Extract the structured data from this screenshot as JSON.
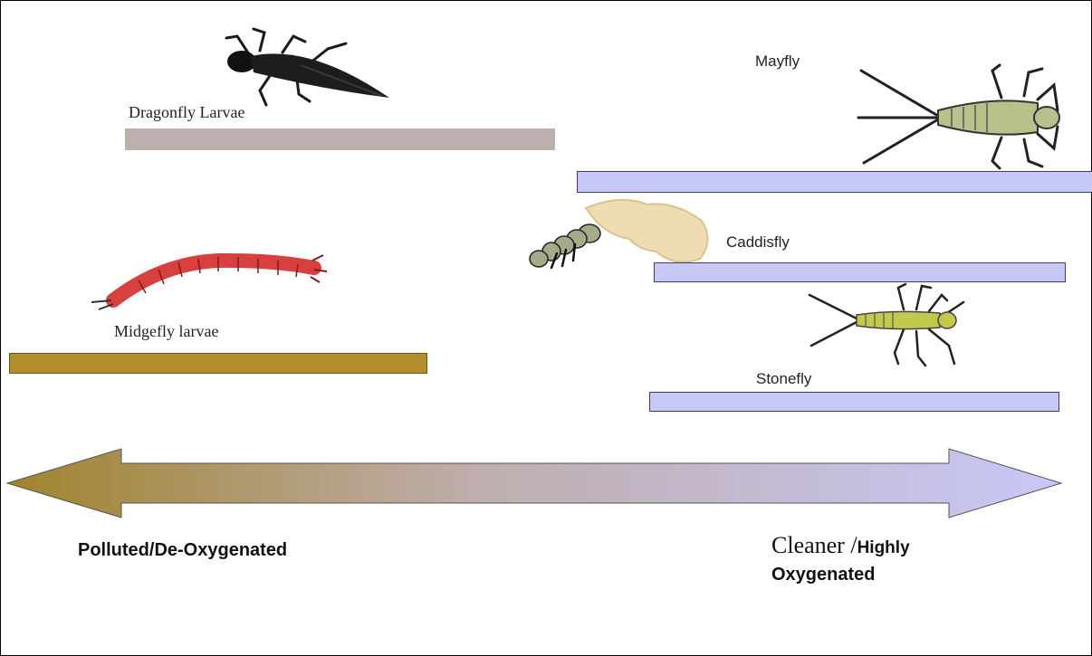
{
  "organisms": [
    {
      "name": "Dragonfly Larvae",
      "color": "#bfaeae"
    },
    {
      "name": "Mayfly",
      "color": "#c7c8f6"
    },
    {
      "name": "Caddisfly",
      "color": "#c7c8f6"
    },
    {
      "name": "Midgefly larvae",
      "color": "#b28f2b"
    },
    {
      "name": "Stonefly",
      "color": "#c7c8f6"
    }
  ],
  "scale": {
    "left_label": "Polluted/De-Oxygenated",
    "right_label_line1_a": "Cleaner /",
    "right_label_line1_b": "Highly",
    "right_label_line2": "Oxygenated",
    "gradient_start": "#a0842e",
    "gradient_end": "#c8c8f8"
  },
  "icons": [
    "dragonfly-larva-icon",
    "mayfly-nymph-icon",
    "caddisfly-larva-icon",
    "midge-larva-icon",
    "stonefly-nymph-icon"
  ]
}
